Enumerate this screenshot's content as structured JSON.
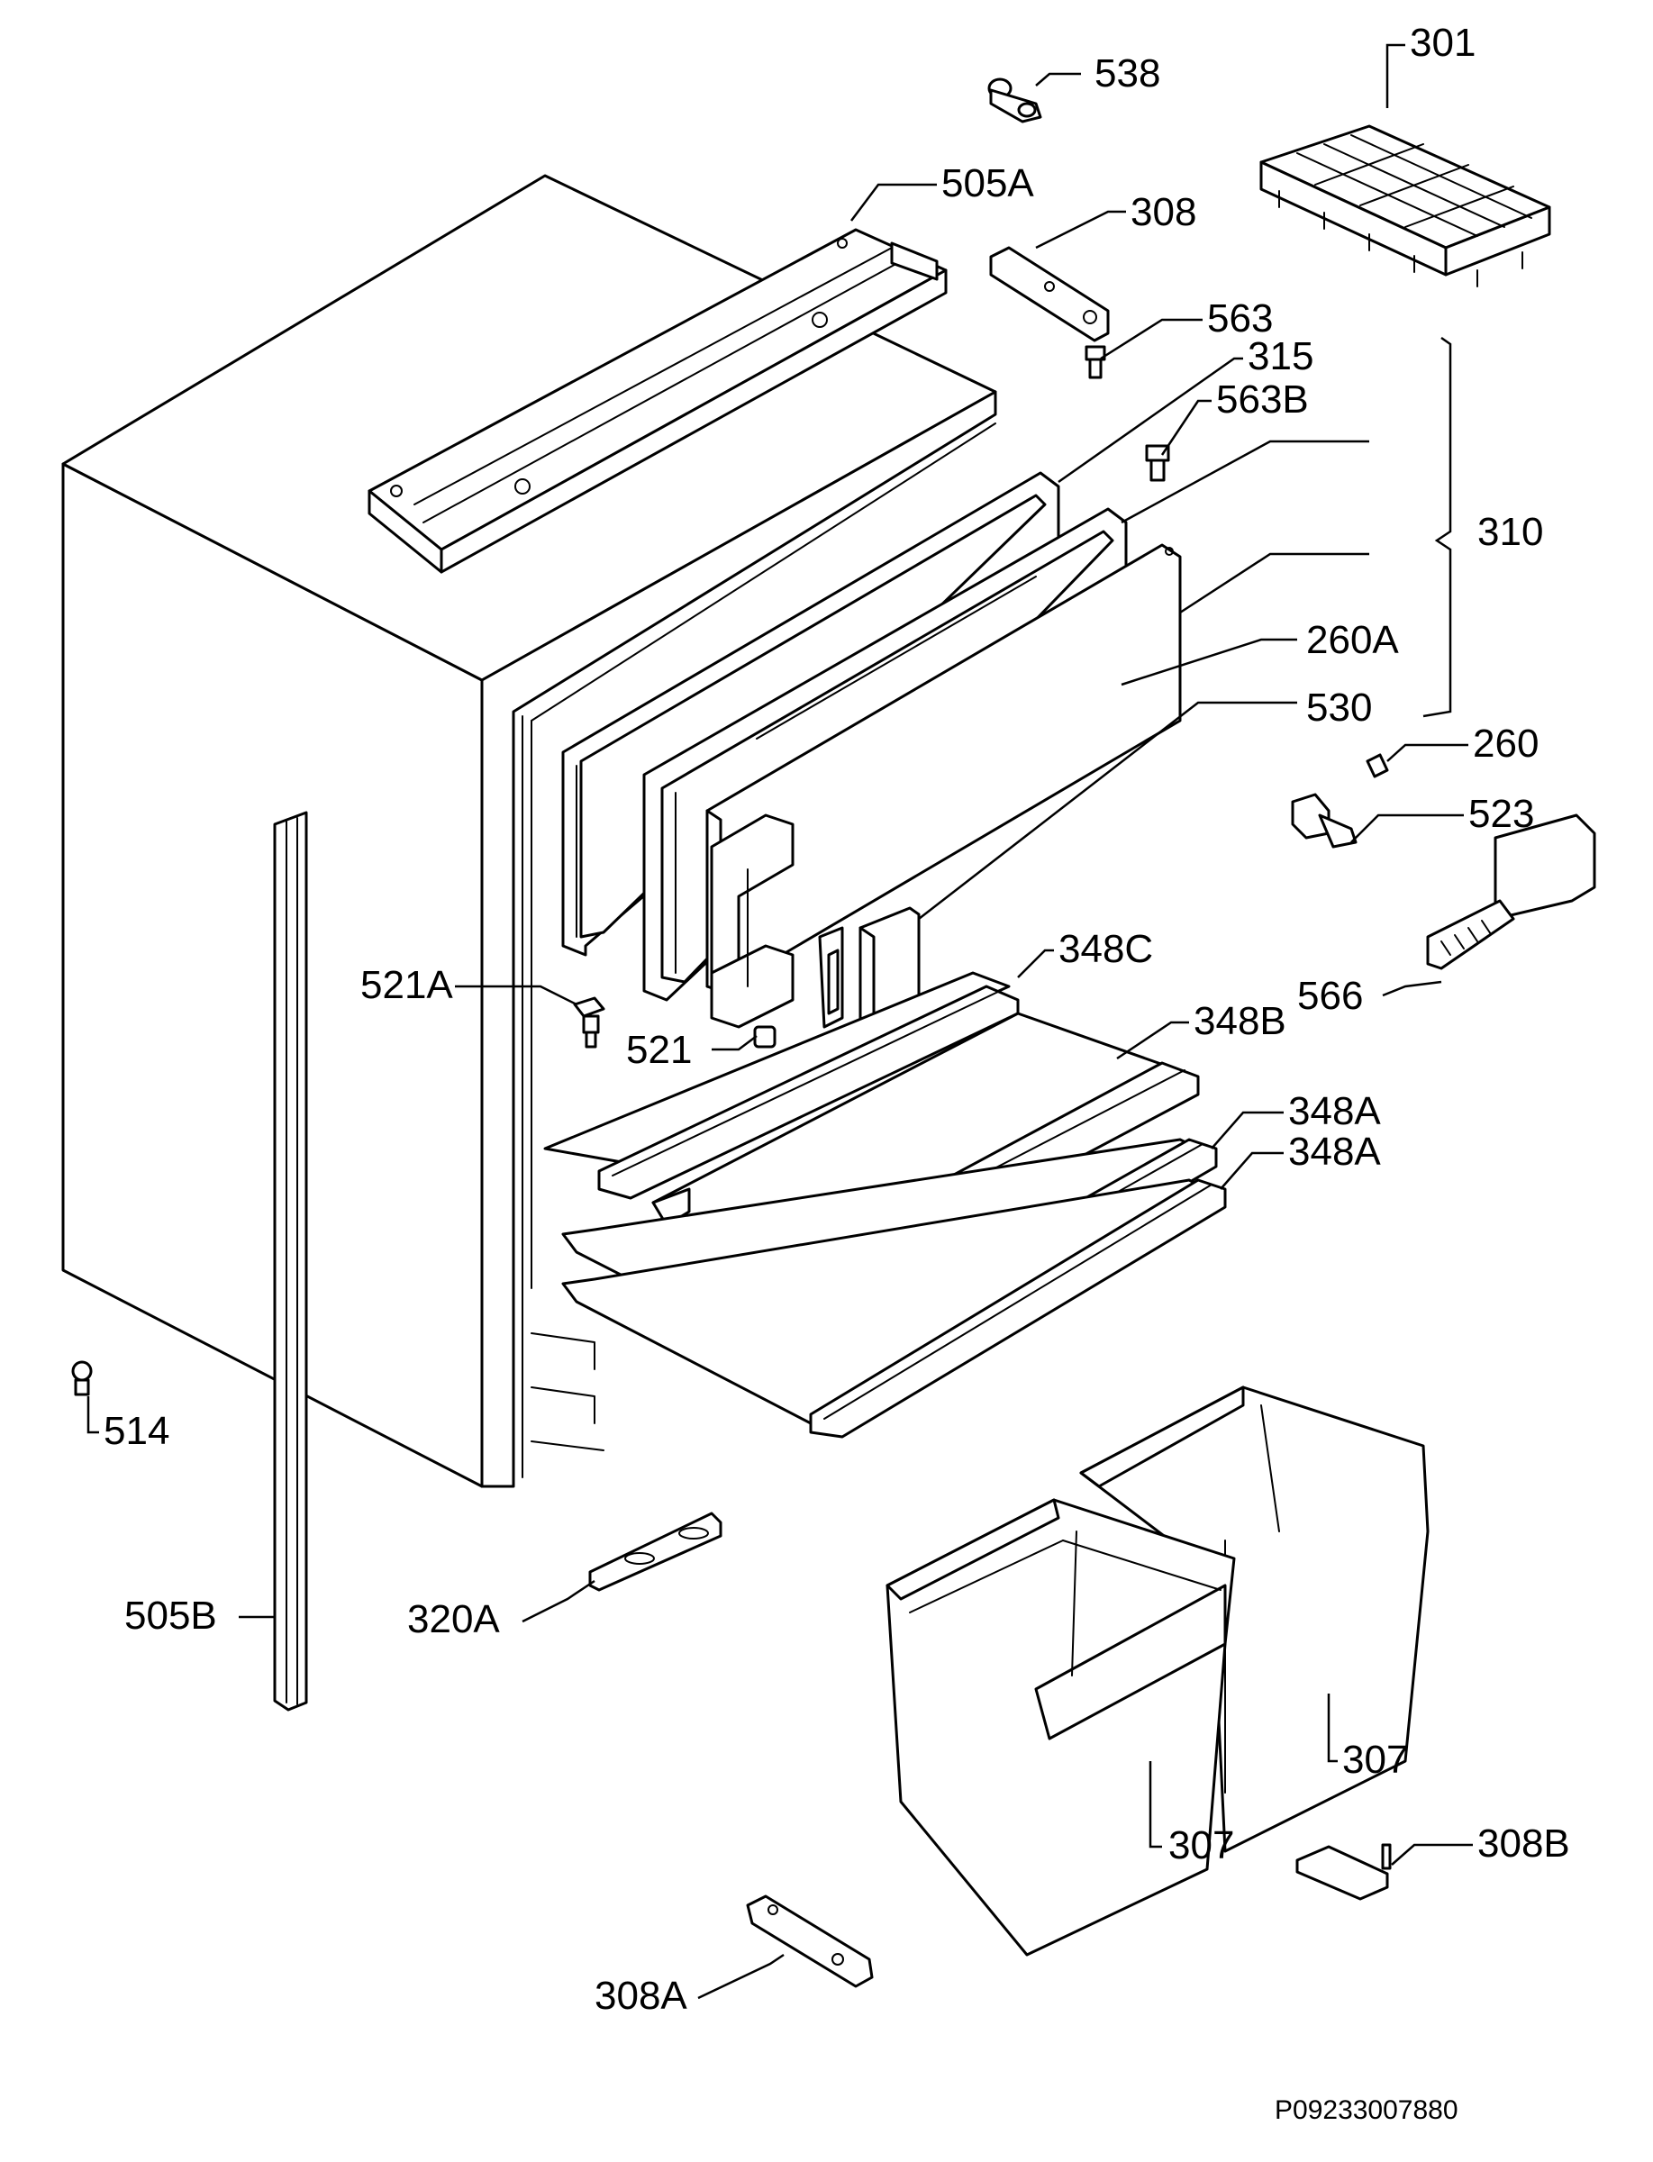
{
  "labels": {
    "p538": "538",
    "p301": "301",
    "p505A": "505A",
    "p308": "308",
    "p563": "563",
    "p315": "315",
    "p563B": "563B",
    "p310": "310",
    "p260A": "260A",
    "p530": "530",
    "p260": "260",
    "p523": "523",
    "p566": "566",
    "p348C": "348C",
    "p521A": "521A",
    "p521": "521",
    "p348B": "348B",
    "p348A_1": "348A",
    "p348A_2": "348A",
    "p514": "514",
    "p320A": "320A",
    "p505B": "505B",
    "p307_1": "307",
    "p307_2": "307",
    "p308B": "308B",
    "p308A": "308A"
  },
  "code": "P09233007880"
}
